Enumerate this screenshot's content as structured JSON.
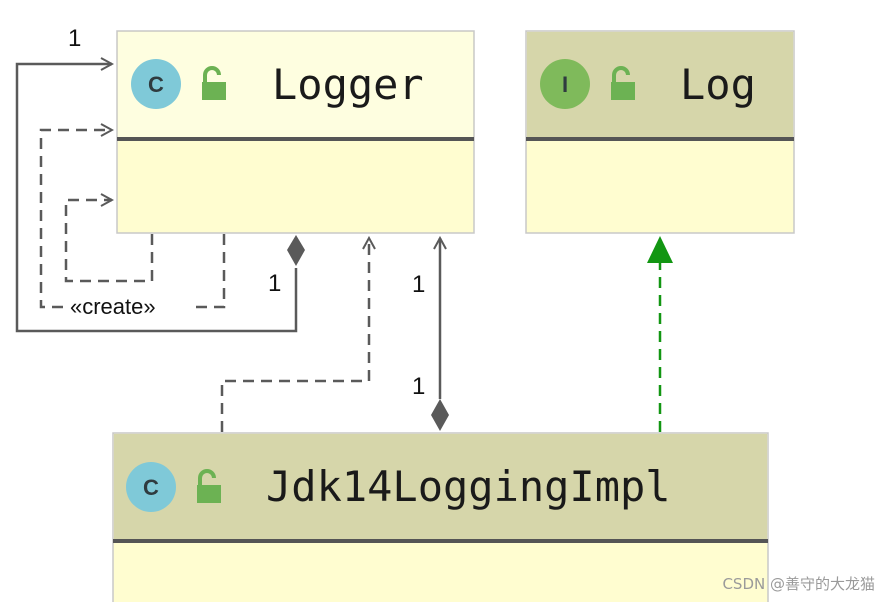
{
  "classes": {
    "logger": {
      "kind": "C",
      "name": "Logger"
    },
    "log": {
      "kind": "I",
      "name": "Log"
    },
    "impl": {
      "kind": "C",
      "name": "Jdk14LoggingImpl"
    }
  },
  "relations": {
    "self_assoc_multiplicity": "1",
    "create_stereotype": "«create»",
    "composition_logger_end": "1",
    "impl_logger_multiplicity_top": "1",
    "impl_logger_multiplicity_bottom": "1"
  },
  "colors": {
    "header_class": "#d6d6aa",
    "header_logger": "#fefee0",
    "body": "#fffdd0",
    "class_badge": "#7fc9d8",
    "interface_badge": "#7fba5b",
    "lock": "#6cb253",
    "realization": "#129612",
    "line": "#5a5a5a"
  },
  "icons": {
    "class_badge": "class-c-icon",
    "interface_badge": "interface-i-icon",
    "visibility": "unlocked-lock-icon"
  },
  "watermark": "CSDN @善守的大龙猫"
}
